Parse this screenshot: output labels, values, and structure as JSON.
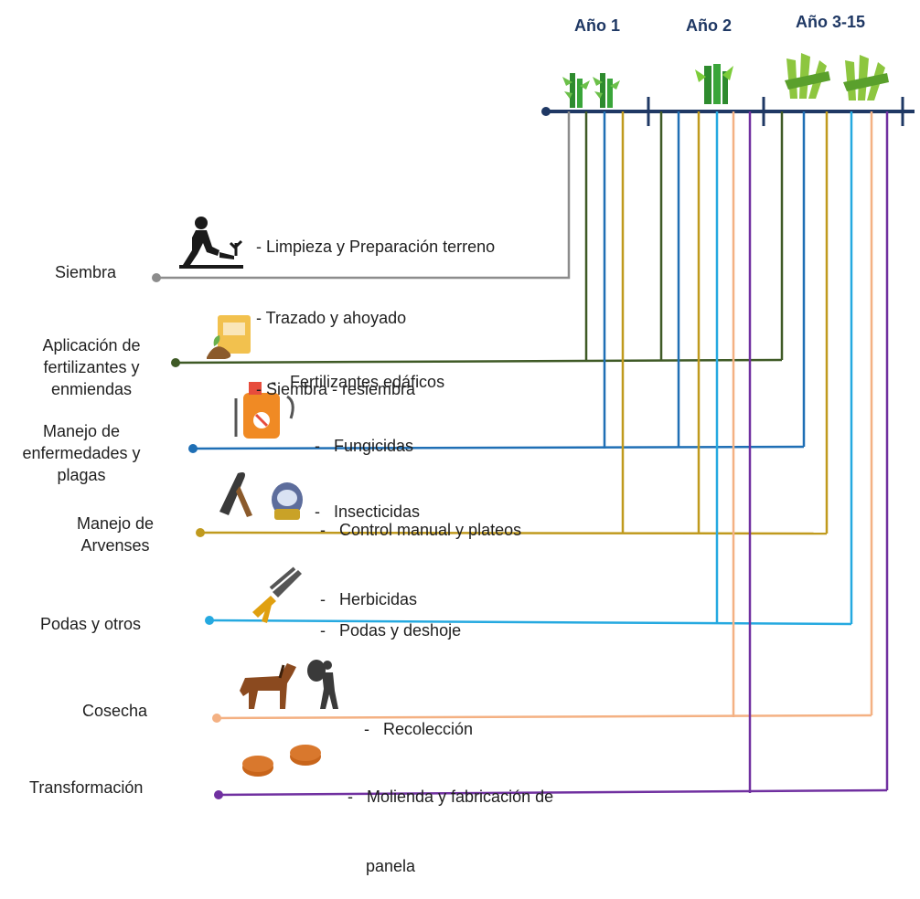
{
  "years": [
    "Año 1",
    "Año 2",
    "Año 3-15"
  ],
  "colors": {
    "axis": "#1f3864",
    "siembra": "#8c8c8c",
    "fertilizantes": "#3f5a26",
    "enfermedades": "#1f6fb5",
    "arvenses": "#c09a1e",
    "podas": "#25a9e0",
    "cosecha": "#f4b183",
    "transformacion": "#7030a0"
  },
  "stages": [
    {
      "key": "siembra",
      "label": "Siembra",
      "icons": [
        "person-planting-icon"
      ],
      "activities": [
        "- Limpieza y Preparación terreno",
        "- Trazado y ahoyado",
        "- Siembra - resiembra"
      ]
    },
    {
      "key": "fertilizantes",
      "label": "Aplicación de fertilizantes y enmiendas",
      "label_lines": [
        "Aplicación de",
        "fertilizantes y",
        "enmiendas"
      ],
      "icons": [
        "fertilizer-bag-icon"
      ],
      "activities": [
        "-   Fertilizantes edáficos"
      ]
    },
    {
      "key": "enfermedades",
      "label": "Manejo de enfermedades y plagas",
      "label_lines": [
        "Manejo de",
        "enfermedades y",
        "plagas"
      ],
      "icons": [
        "sprayer-icon"
      ],
      "activities": [
        "-   Fungicidas",
        "-   Insecticidas"
      ]
    },
    {
      "key": "arvenses",
      "label": "Manejo de Arvenses",
      "label_lines": [
        "Manejo de",
        "Arvenses"
      ],
      "icons": [
        "machete-icon",
        "gas-mask-icon"
      ],
      "activities": [
        "-   Control manual y plateos",
        "-   Herbicidas"
      ]
    },
    {
      "key": "podas",
      "label": "Podas y otros",
      "icons": [
        "pruning-shears-icon"
      ],
      "activities": [
        "-   Podas y deshoje"
      ]
    },
    {
      "key": "cosecha",
      "label": "Cosecha",
      "icons": [
        "horse-icon",
        "person-carrying-sack-icon"
      ],
      "activities": [
        "-   Recolección"
      ]
    },
    {
      "key": "transformacion",
      "label": "Transformación",
      "icons": [
        "panela-blocks-icon"
      ],
      "activities": [
        "-   Molienda y fabricación de",
        "    panela"
      ]
    }
  ]
}
